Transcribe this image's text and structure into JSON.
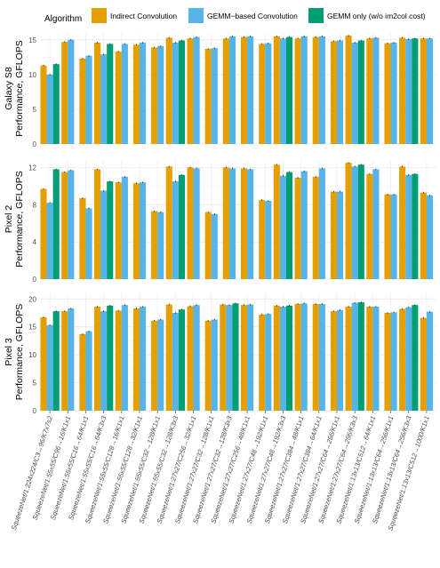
{
  "chart_data": {
    "type": "bar",
    "legend": {
      "title": "Algorithm",
      "position": "top"
    },
    "series": [
      {
        "name": "Indirect Convolution",
        "color": "#E69F00"
      },
      {
        "name": "GEMM−based Convolution",
        "color": "#56B4E9"
      },
      {
        "name": "GEMM only (w/o im2col cost)",
        "color": "#009E73"
      }
    ],
    "categories": [
      "SqueezeNet/1:224x224/C3→96/K7x7s2",
      "SqueezeNet/1:55x55/C96→16/K1x1",
      "SqueezeNet/1:55x55/C16→64/K1x1",
      "SqueezeNet/1:55x55/C16→64/K3x3",
      "SqueezeNet/1:55x55/C128→16/K1x1",
      "SqueezeNet/1:55x55/C128→32/K1x1",
      "SqueezeNet/1:55x55/C32→128/K1x1",
      "SqueezeNet/1:55x55/C32→128/K3x3",
      "SqueezeNet/1:27x27/C256→32/K1x1",
      "SqueezeNet/1:27x27/C32→128/K1x1",
      "SqueezeNet/1:27x27/C32→128/K3x3",
      "SqueezeNet/1:27x27/C256→48/K1x1",
      "SqueezeNet/1:27x27/C48→192/K1x1",
      "SqueezeNet/1:27x27/C48→192/K3x3",
      "SqueezeNet/1:27x27/C384→48/K1x1",
      "SqueezeNet/1:27x27/C384→64/K1x1",
      "SqueezeNet/1:27x27/C64→256/K1x1",
      "SqueezeNet/1:27x27/C64→256/K3x3",
      "SqueezeNet/1:13x13/C512→64/K1x1",
      "SqueezeNet/1:13x13/C64→256/K1x1",
      "SqueezeNet/1:13x13/C64→256/K3x3",
      "SqueezeNet/1:13x13/C512→1000/K1x1"
    ],
    "panels": [
      {
        "label": "Galaxy S8",
        "ylabel": "Performance, GFLOPS",
        "ylim": [
          0,
          16
        ],
        "yticks": [
          0,
          5,
          10,
          15
        ],
        "values": [
          [
            11.3,
            10.0,
            11.5
          ],
          [
            14.7,
            15.0,
            null
          ],
          [
            12.3,
            12.7,
            null
          ],
          [
            14.6,
            12.9,
            14.4
          ],
          [
            13.3,
            14.4,
            null
          ],
          [
            14.3,
            14.6,
            null
          ],
          [
            13.9,
            14.1,
            null
          ],
          [
            15.3,
            14.6,
            14.9
          ],
          [
            15.2,
            15.4,
            null
          ],
          [
            13.7,
            13.8,
            null
          ],
          [
            15.2,
            15.5,
            null
          ],
          [
            15.4,
            15.5,
            null
          ],
          [
            14.4,
            14.5,
            null
          ],
          [
            15.5,
            15.2,
            15.4
          ],
          [
            15.2,
            15.5,
            null
          ],
          [
            15.4,
            15.5,
            null
          ],
          [
            14.8,
            14.9,
            null
          ],
          [
            15.6,
            14.6,
            14.9
          ],
          [
            15.2,
            15.3,
            null
          ],
          [
            14.5,
            14.6,
            null
          ],
          [
            15.3,
            15.1,
            15.2
          ],
          [
            15.2,
            15.2,
            null
          ]
        ]
      },
      {
        "label": "Pixel 2",
        "ylabel": "Performance, GFLOPS",
        "ylim": [
          0,
          12.9
        ],
        "yticks": [
          0,
          4,
          8,
          12
        ],
        "values": [
          [
            9.7,
            8.2,
            11.8
          ],
          [
            11.5,
            11.7,
            null
          ],
          [
            8.7,
            7.6,
            null
          ],
          [
            11.8,
            9.5,
            10.5
          ],
          [
            10.4,
            11.0,
            null
          ],
          [
            10.3,
            10.4,
            null
          ],
          [
            7.3,
            7.2,
            null
          ],
          [
            12.1,
            10.5,
            11.2
          ],
          [
            12.0,
            11.9,
            null
          ],
          [
            7.2,
            7.0,
            null
          ],
          [
            12.0,
            11.9,
            null
          ],
          [
            11.9,
            11.8,
            null
          ],
          [
            8.5,
            8.4,
            null
          ],
          [
            12.3,
            11.1,
            11.5
          ],
          [
            10.9,
            11.6,
            null
          ],
          [
            11.0,
            11.9,
            null
          ],
          [
            9.4,
            9.4,
            null
          ],
          [
            12.5,
            12.1,
            12.3
          ],
          [
            11.3,
            11.8,
            null
          ],
          [
            9.1,
            9.1,
            null
          ],
          [
            12.1,
            11.2,
            11.3
          ],
          [
            9.3,
            9.0,
            null
          ]
        ]
      },
      {
        "label": "Pixel 3",
        "ylabel": "Performance, GFLOPS",
        "ylim": [
          0,
          21
        ],
        "yticks": [
          0,
          5,
          10,
          15,
          20
        ],
        "values": [
          [
            16.7,
            15.3,
            17.8
          ],
          [
            17.8,
            18.3,
            null
          ],
          [
            13.7,
            14.2,
            null
          ],
          [
            18.6,
            17.8,
            18.8
          ],
          [
            17.9,
            18.9,
            null
          ],
          [
            18.3,
            18.6,
            null
          ],
          [
            16.1,
            16.3,
            null
          ],
          [
            19.0,
            17.5,
            18.1
          ],
          [
            18.7,
            18.9,
            null
          ],
          [
            16.1,
            16.3,
            null
          ],
          [
            19.0,
            18.9,
            19.2
          ],
          [
            18.9,
            19.0,
            null
          ],
          [
            17.2,
            17.3,
            null
          ],
          [
            18.8,
            18.6,
            18.8
          ],
          [
            19.1,
            19.2,
            null
          ],
          [
            19.1,
            19.1,
            null
          ],
          [
            17.8,
            18.0,
            null
          ],
          [
            18.6,
            19.3,
            19.4
          ],
          [
            18.6,
            18.6,
            null
          ],
          [
            17.5,
            17.6,
            null
          ],
          [
            18.2,
            18.5,
            18.9
          ],
          [
            16.6,
            17.7,
            null
          ]
        ]
      }
    ],
    "grid": true
  }
}
